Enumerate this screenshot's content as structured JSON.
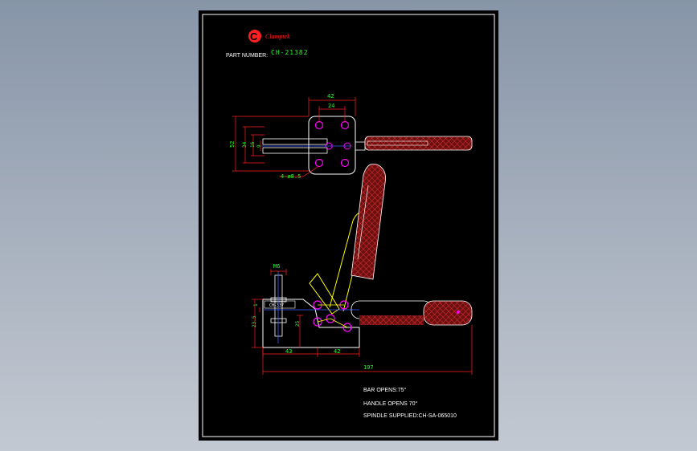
{
  "logo": {
    "letter": "C",
    "brand": "Clamptek"
  },
  "part_number": {
    "label": "PART NUMBER:",
    "value": "CH-21382"
  },
  "dimensions": {
    "top_width_outer": "42",
    "top_width_inner": "24",
    "height_outer": "52",
    "height_34": "34",
    "height_16": "16",
    "height_9": "9",
    "hole_callout": "4-ø8.5",
    "thread": "M6",
    "side_25": "25",
    "side_235": "23.5",
    "side_1": "1",
    "bottom_43": "43",
    "bottom_42": "42",
    "overall_length": "197",
    "base_stamp": "CH-337"
  },
  "notes": [
    "BAR OPENS:75°",
    "HANDLE OPENS 70°",
    "SPINDLE SUPPLIED:CH-SA-065010"
  ],
  "colors": {
    "sheet": "#000000",
    "border": "#ffffff",
    "outline": "#ffffff",
    "dimension": "#ff2020",
    "dim_text": "#20ff20",
    "handle": "#b02020",
    "open_outline": "#ffff00",
    "pivot": "#ff00ff",
    "logo_red": "#ff2020"
  }
}
